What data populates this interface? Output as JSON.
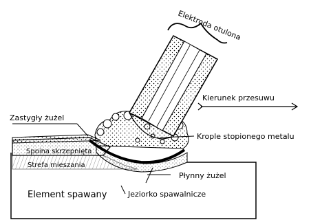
{
  "labels": {
    "electrode": "Elektroda otulona",
    "direction": "Kierunek przesuwu",
    "solid_slag": "Zastygły żużel",
    "droplets": "Krople stopionego metalu",
    "weld": "Spoina skrzepnięta",
    "mixing_zone": "Strefa mieszania",
    "liquid_slag": "Płynny żużel",
    "workpiece": "Element spawany",
    "weld_pool": "Jeziorko spawalnicze"
  }
}
